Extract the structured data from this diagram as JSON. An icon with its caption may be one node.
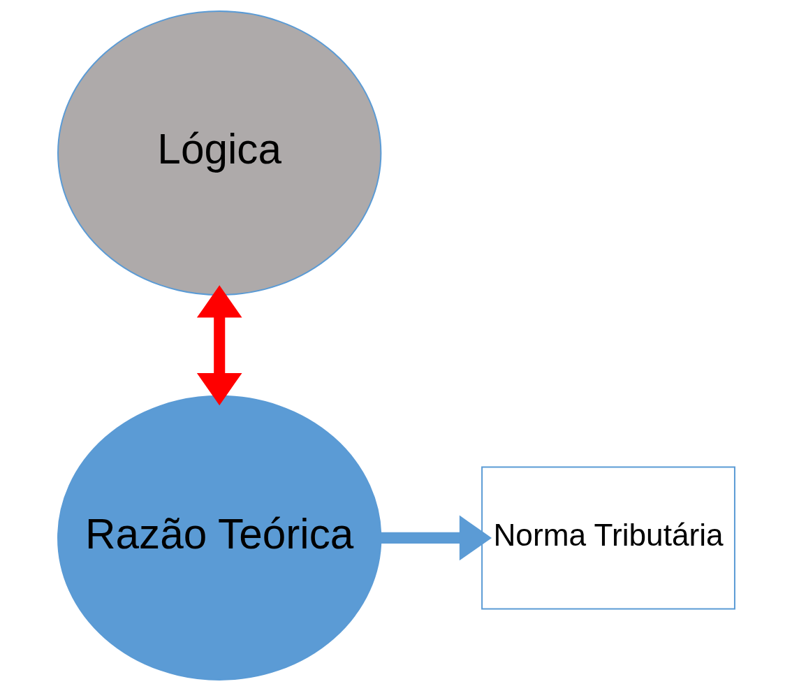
{
  "diagram": {
    "nodes": [
      {
        "text": [
          "Lógica"
        ]
      },
      {
        "text": [
          "Razão Teórica"
        ]
      },
      {
        "text": [
          "Norma Tributária"
        ]
      }
    ],
    "edges": [
      {
        "from": 0,
        "to": 1,
        "arrow": "both",
        "color": "#ff0000"
      },
      {
        "from": 1,
        "to": 2,
        "arrow": "to",
        "color": "#5b9bd5"
      }
    ]
  }
}
